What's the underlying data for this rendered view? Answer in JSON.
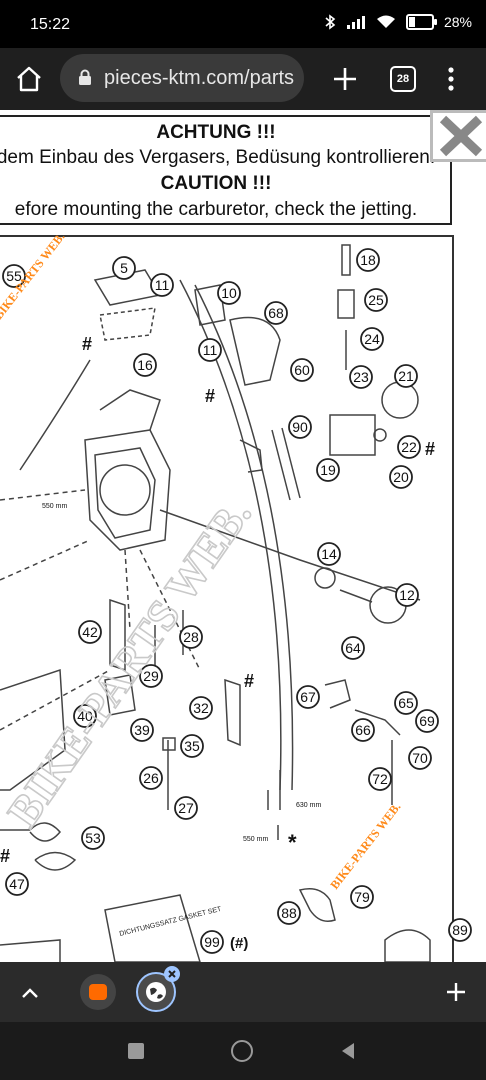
{
  "status_bar": {
    "time": "15:22",
    "battery": "28"
  },
  "browser": {
    "url": "pieces-ktm.com/parts",
    "tab_count": "28",
    "icons": {
      "home": "home-icon",
      "lock": "lock-icon",
      "new_tab": "plus-icon",
      "menu": "kebab-menu-icon"
    }
  },
  "notice": {
    "line1": "ACHTUNG !!!",
    "line2": "dem Einbau des Vergasers, Bedüsung kontrollieren.",
    "line3": "CAUTION !!!",
    "line4": "efore mounting the carburetor, check the jetting."
  },
  "watermark": "BIKE-PARTS WEB.",
  "diagram": {
    "callouts": [
      "55",
      "5",
      "11",
      "10",
      "11",
      "16",
      "68",
      "60",
      "18",
      "25",
      "24",
      "23",
      "21",
      "22",
      "20",
      "90",
      "19",
      "14",
      "12",
      "42",
      "28",
      "29",
      "32",
      "67",
      "64",
      "65",
      "66",
      "69",
      "70",
      "72",
      "40",
      "39",
      "35",
      "26",
      "27",
      "53",
      "47",
      "79",
      "88",
      "89",
      "99"
    ],
    "dimension_labels": [
      "550 mm",
      "630 mm",
      "550 mm"
    ],
    "gasket_label": "DICHTUNGSSATZ GASKET SET",
    "ref_99_suffix": "(#)"
  },
  "bottom_bar": {
    "icons": {
      "collapse": "chevron-up-icon",
      "tab1": "ktm-tab-icon",
      "tab2": "globe-tab-icon",
      "add": "plus-icon"
    }
  },
  "nav_bar": {
    "icons": {
      "recents": "square-icon",
      "home": "circle-icon",
      "back": "triangle-back-icon"
    }
  }
}
